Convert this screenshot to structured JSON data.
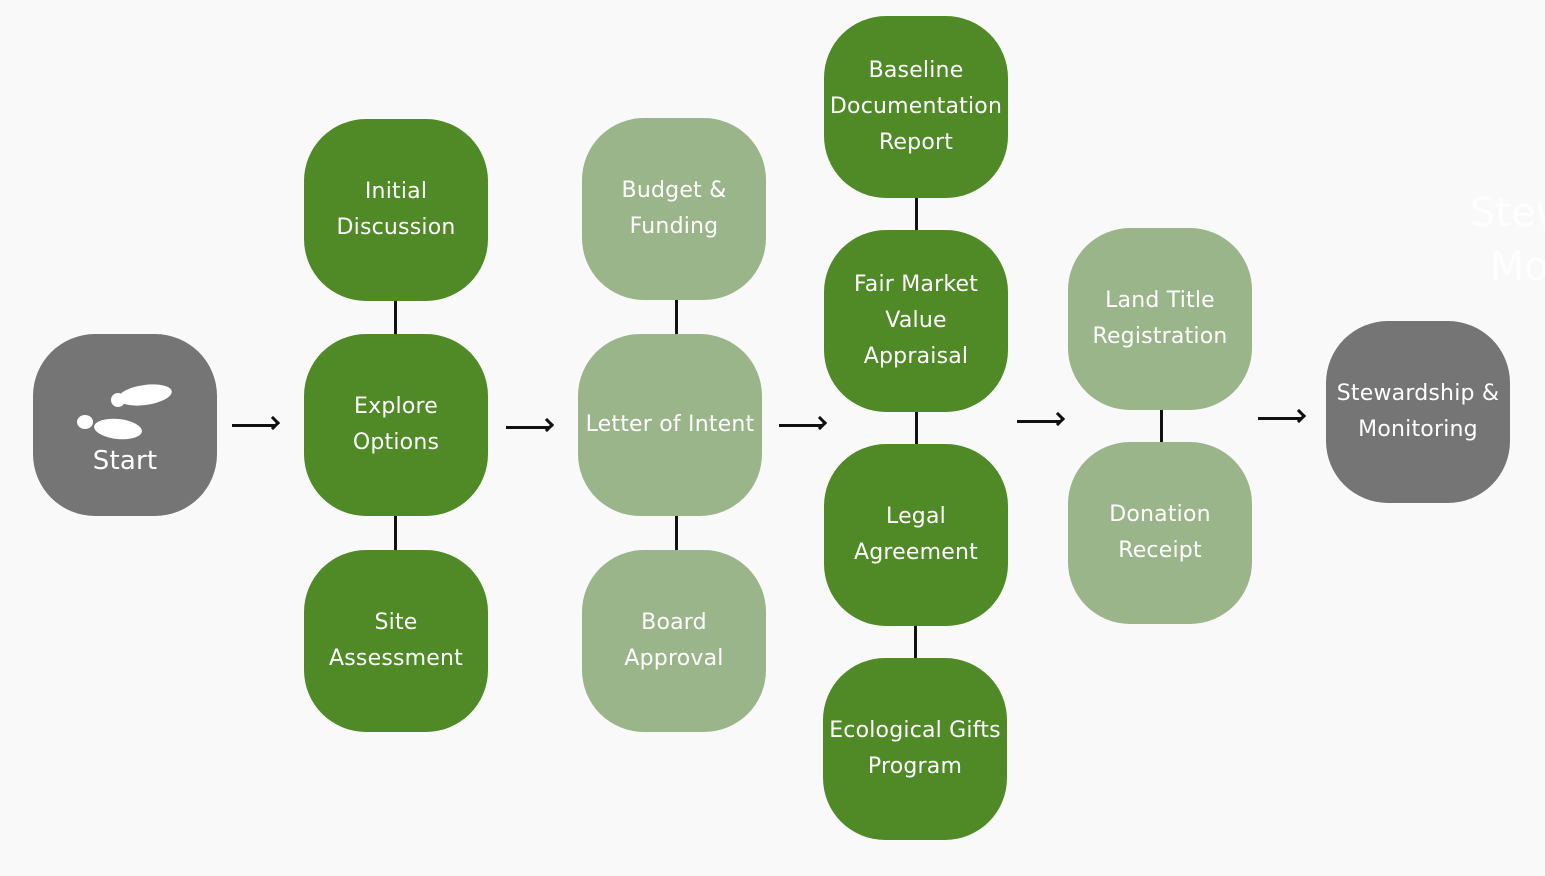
{
  "start": {
    "icon": "footprints-icon",
    "label": "Start"
  },
  "columns": [
    {
      "items": [
        {
          "label": "Initial Discussion"
        },
        {
          "label": "Explore Options"
        },
        {
          "label": "Site Assessment"
        }
      ]
    },
    {
      "items": [
        {
          "label": "Budget &\nFunding"
        },
        {
          "label": "Letter of Intent"
        },
        {
          "label": "Board Approval"
        }
      ]
    },
    {
      "items": [
        {
          "label": "Baseline\nDocumentation\nReport"
        },
        {
          "label": "Fair Market\nValue Appraisal"
        },
        {
          "label": "Legal\nAgreement"
        },
        {
          "label": "Ecological Gifts\nProgram"
        }
      ]
    },
    {
      "items": [
        {
          "label": "Land Title\nRegistration"
        },
        {
          "label": "Donation\nReceipt"
        }
      ]
    }
  ],
  "end": {
    "label": "Stewardship &\nMonitoring"
  },
  "ghost_text": "Stew\nMo",
  "colors": {
    "background": "#f9f9f9",
    "dark_green": "#4f8a27",
    "light_green": "#9bb58a",
    "gray": "#757575",
    "connector": "#111111"
  }
}
